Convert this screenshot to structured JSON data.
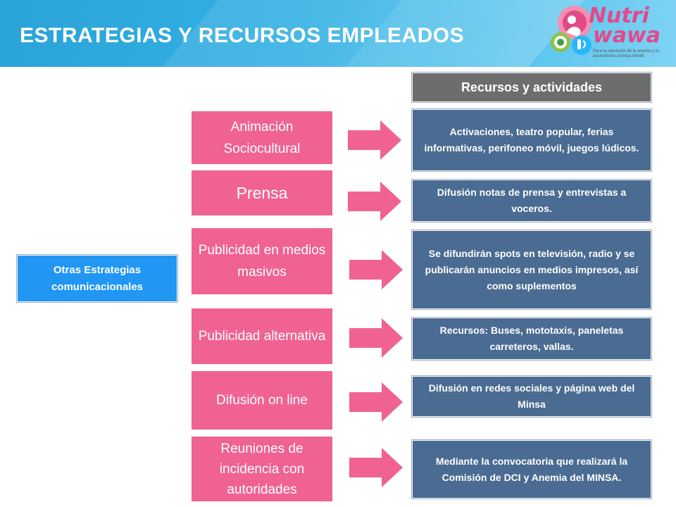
{
  "header": {
    "title": "ESTRATEGIAS Y RECURSOS EMPLEADOS",
    "logo": {
      "text_line1": "Nutri",
      "text_line2": "wawa",
      "tagline": "Para la reducción de la anemia y la desnutrición crónica infantil"
    }
  },
  "colors": {
    "header_blue": "#34b1e4",
    "pink": "#f06292",
    "slate": "#4a6b92",
    "gray": "#6d6d6d",
    "bright_blue": "#2196f3"
  },
  "diagram": {
    "root": "Otras Estrategias comunicacionales",
    "resources_header": "Recursos y actividades",
    "strategies": [
      {
        "name": "Animación Sociocultural",
        "resource": "Activaciones, teatro popular, ferias informativas, perifoneo móvil, juegos lúdicos."
      },
      {
        "name": "Prensa",
        "resource": "Difusión notas de prensa y entrevistas a voceros."
      },
      {
        "name": "Publicidad en medios masivos",
        "resource": "Se difundirán spots en televisión, radio y se publicarán anuncios en medios impresos, así como suplementos"
      },
      {
        "name": "Publicidad alternativa",
        "resource": "Recursos: Buses, mototaxis, paneletas carreteros, vallas."
      },
      {
        "name": "Difusión on line",
        "resource": "Difusión en redes sociales y página web del Minsa"
      },
      {
        "name": "Reuniones de incidencia con autoridades",
        "resource": "Mediante la convocatoria que realizará la Comisión de DCI y Anemia del MINSA."
      }
    ]
  }
}
